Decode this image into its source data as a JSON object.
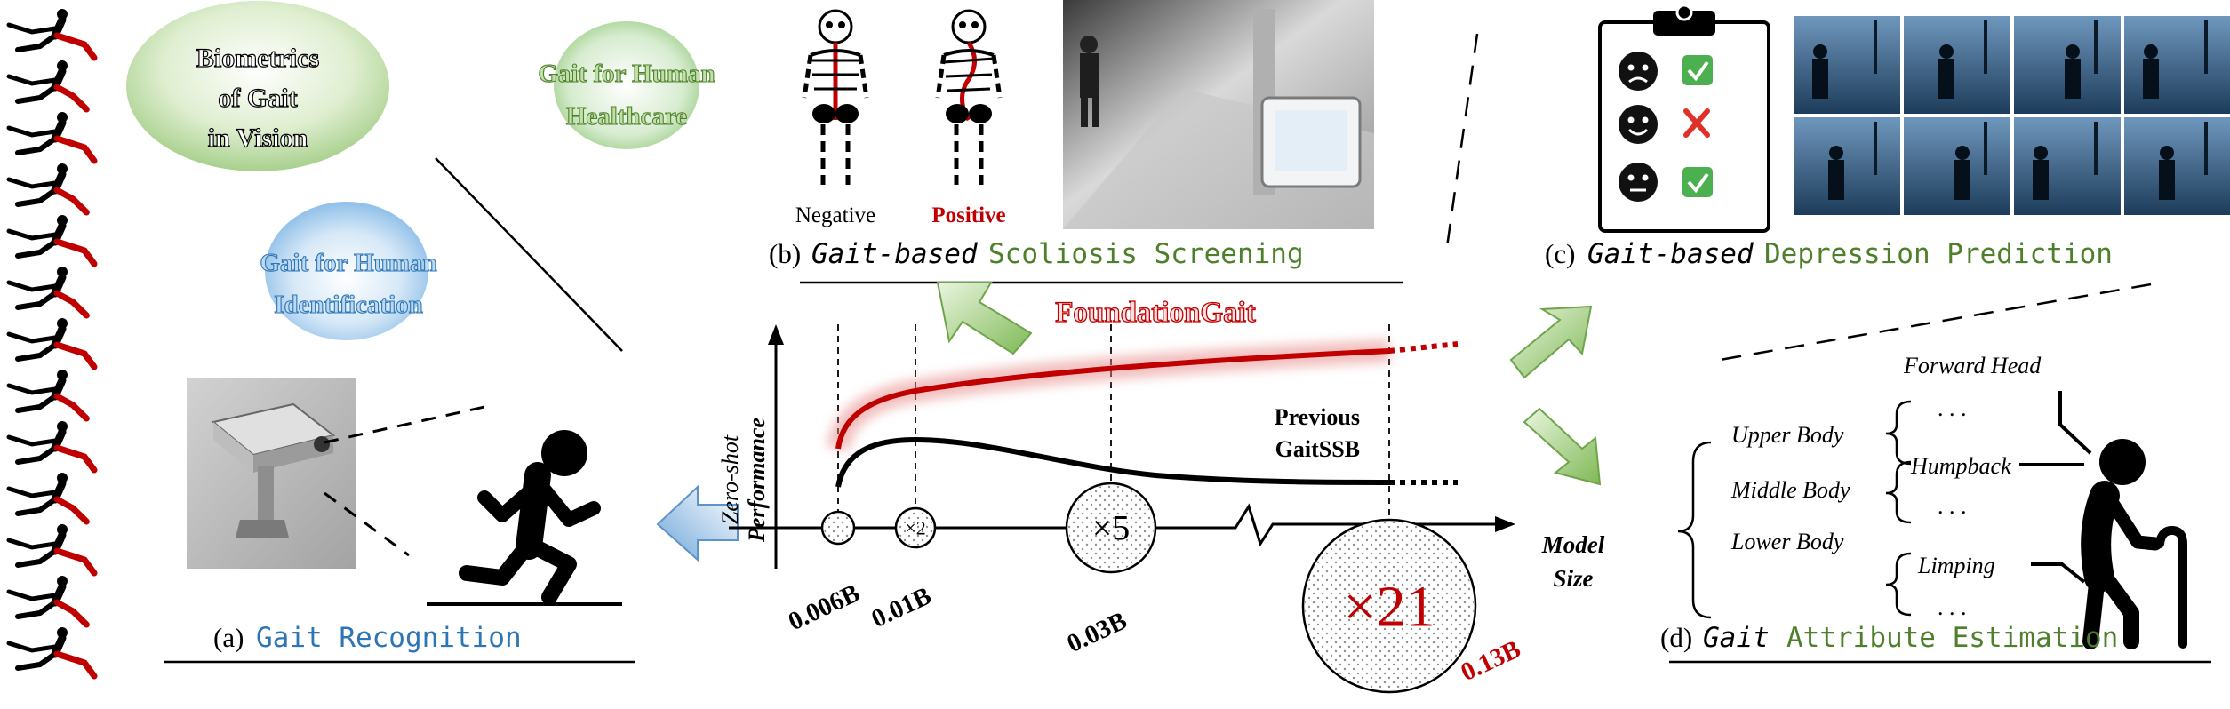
{
  "colors": {
    "red": "#c00000",
    "green": "#4e7f2b",
    "blue": "#2e75b6",
    "black": "#000000",
    "arrow_green": "#84bb5a",
    "arrow_blue": "#7fb2df",
    "dark": "#111111"
  },
  "bubbles": {
    "biometrics_line1": "Biometrics",
    "biometrics_line2": "of Gait",
    "biometrics_line3": "in Vision",
    "healthcare_line1": "Gait for Human",
    "healthcare_line2": "Healthcare",
    "identification_line1": "Gait for Human",
    "identification_line2": "Identification"
  },
  "panel_a": {
    "prefix": "(a)",
    "title": "Gait Recognition",
    "icons": [
      "gait-silhouette-strip-icon",
      "surveillance-camera-icon",
      "running-person-icon"
    ]
  },
  "panel_b": {
    "prefix": "(b)",
    "italic_part": "Gait-based",
    "title": "Scoliosis Screening",
    "negative_label": "Negative",
    "positive_label": "Positive",
    "icons": [
      "skeleton-negative-icon",
      "skeleton-positive-icon",
      "scanner-hallway-photo"
    ]
  },
  "panel_c": {
    "prefix": "(c)",
    "italic_part": "Gait-based",
    "title": "Depression Prediction",
    "icons": [
      "clipboard-checklist-icon",
      "sad-face-icon",
      "check-icon",
      "smile-face-icon",
      "cross-icon",
      "neutral-face-icon",
      "silhouette-video-frames"
    ]
  },
  "panel_d": {
    "prefix": "(d)",
    "italic_part": "Gait",
    "title": "Attribute Estimation",
    "upper_body": "Upper Body",
    "middle_body": "Middle Body",
    "lower_body": "Lower Body",
    "forward_head": "Forward Head",
    "humpback": "Humpback",
    "limping": "Limping",
    "dots1": ". . .",
    "dots2": ". . .",
    "dots3": ". . .",
    "icons": [
      "elderly-person-with-cane-icon"
    ]
  },
  "chart_data": {
    "type": "line",
    "title": "",
    "xlabel_line1": "Model",
    "xlabel_line2": "Size",
    "ylabel_line1": "Zero-shot",
    "ylabel_line2": "Performance",
    "categories": [
      "0.006B",
      "0.01B",
      "0.03B",
      "0.13B"
    ],
    "size_multipliers": [
      "",
      "×2",
      "×5",
      "×21"
    ],
    "axis_break": true,
    "series": [
      {
        "name": "FoundationGait",
        "color": "#c00000",
        "trend": "rises sharply then keeps increasing with model size",
        "extrapolated_dotted": true
      },
      {
        "name_line1": "Previous",
        "name_line2": "GaitSSB",
        "color": "#000000",
        "trend": "peaks near 0.01B then declines and plateaus",
        "extrapolated_dotted": true
      }
    ],
    "legend": "inline labels"
  }
}
